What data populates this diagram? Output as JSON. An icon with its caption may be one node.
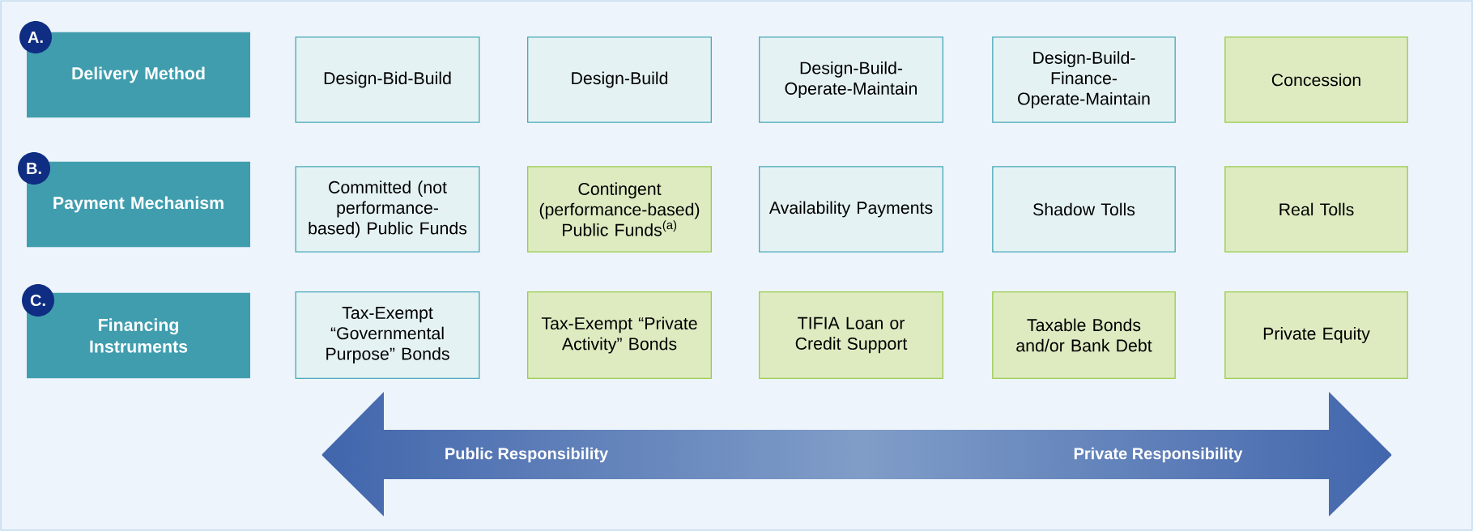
{
  "diagram": {
    "nodes": [
      {
        "text": [
          "A."
        ]
      },
      {
        "text": [
          "Delivery Method"
        ]
      },
      {
        "text": [
          "Design-Bid-Build"
        ]
      },
      {
        "text": [
          "Design-Build"
        ]
      },
      {
        "text": [
          "Design-Build-Operate-Maintain"
        ]
      },
      {
        "text": [
          "Design-Build-Finance-Operate-Maintain"
        ]
      },
      {
        "text": [
          "Concession"
        ]
      },
      {
        "text": [
          "B."
        ]
      },
      {
        "text": [
          "Payment Mechanism"
        ]
      },
      {
        "text": [
          "Committed (not performance-based) Public Funds"
        ]
      },
      {
        "text": [
          "Contingent (performance-based) Public Funds$^{(a)}$"
        ]
      },
      {
        "text": [
          "Availability Payments"
        ]
      },
      {
        "text": [
          "Shadow Tolls"
        ]
      },
      {
        "text": [
          "Real Tolls"
        ]
      },
      {
        "text": [
          "C."
        ]
      },
      {
        "text": [
          "Financing Instruments"
        ]
      },
      {
        "text": [
          "Tax-Exempt “Governmental Purpose” Bonds"
        ]
      },
      {
        "text": [
          "Tax-Exempt “Private Activity” Bonds"
        ]
      },
      {
        "text": [
          "TIFIA Loan or Credit Support"
        ]
      },
      {
        "text": [
          "Taxable Bonds and/or Bank Debt"
        ]
      },
      {
        "text": [
          "Private Equity"
        ]
      }
    ],
    "labels": [
      "Public Responsibility",
      "Private Responsibility"
    ]
  }
}
